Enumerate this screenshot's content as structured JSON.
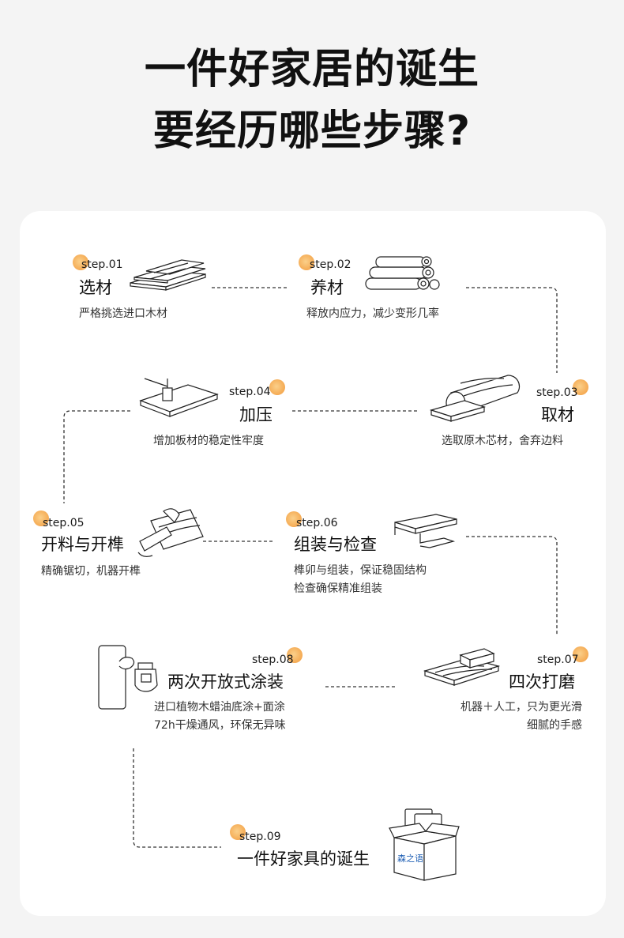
{
  "headline": {
    "line1": "一件好家居的诞生",
    "line2": "要经历哪些步骤?"
  },
  "steps": [
    {
      "step": "step.01",
      "title": "选材",
      "desc": [
        "严格挑选进口木材"
      ]
    },
    {
      "step": "step.02",
      "title": "养材",
      "desc": [
        "释放内应力，减少变形几率"
      ]
    },
    {
      "step": "step.03",
      "title": "取材",
      "desc": [
        "选取原木芯材，舍弃边料"
      ]
    },
    {
      "step": "step.04",
      "title": "加压",
      "desc": [
        "增加板材的稳定性牢度"
      ]
    },
    {
      "step": "step.05",
      "title": "开料与开榫",
      "desc": [
        "精确锯切，机器开榫"
      ]
    },
    {
      "step": "step.06",
      "title": "组装与检查",
      "desc": [
        "榫卯与组装，保证稳固结构",
        "检查确保精准组装"
      ]
    },
    {
      "step": "step.07",
      "title": "四次打磨",
      "desc": [
        "机器＋人工，只为更光滑",
        "细腻的手感"
      ]
    },
    {
      "step": "step.08",
      "title": "两次开放式涂装",
      "desc": [
        "进口植物木蜡油底涂+面涂",
        "72h干燥通风，环保无异味"
      ]
    },
    {
      "step": "step.09",
      "title": "一件好家具的诞生",
      "desc": []
    }
  ],
  "brand": {
    "logo_text": "森之语"
  },
  "colors": {
    "accent": "#f29a3c",
    "card": "#ffffff",
    "background": "#f4f4f4",
    "line": "#333333"
  },
  "icons": [
    "wood-planks-icon",
    "log-pile-icon",
    "log-cut-icon",
    "press-plate-icon",
    "saw-wood-icon",
    "bracket-shelf-icon",
    "sanding-block-icon",
    "spray-coating-icon",
    "box-furniture-icon"
  ]
}
